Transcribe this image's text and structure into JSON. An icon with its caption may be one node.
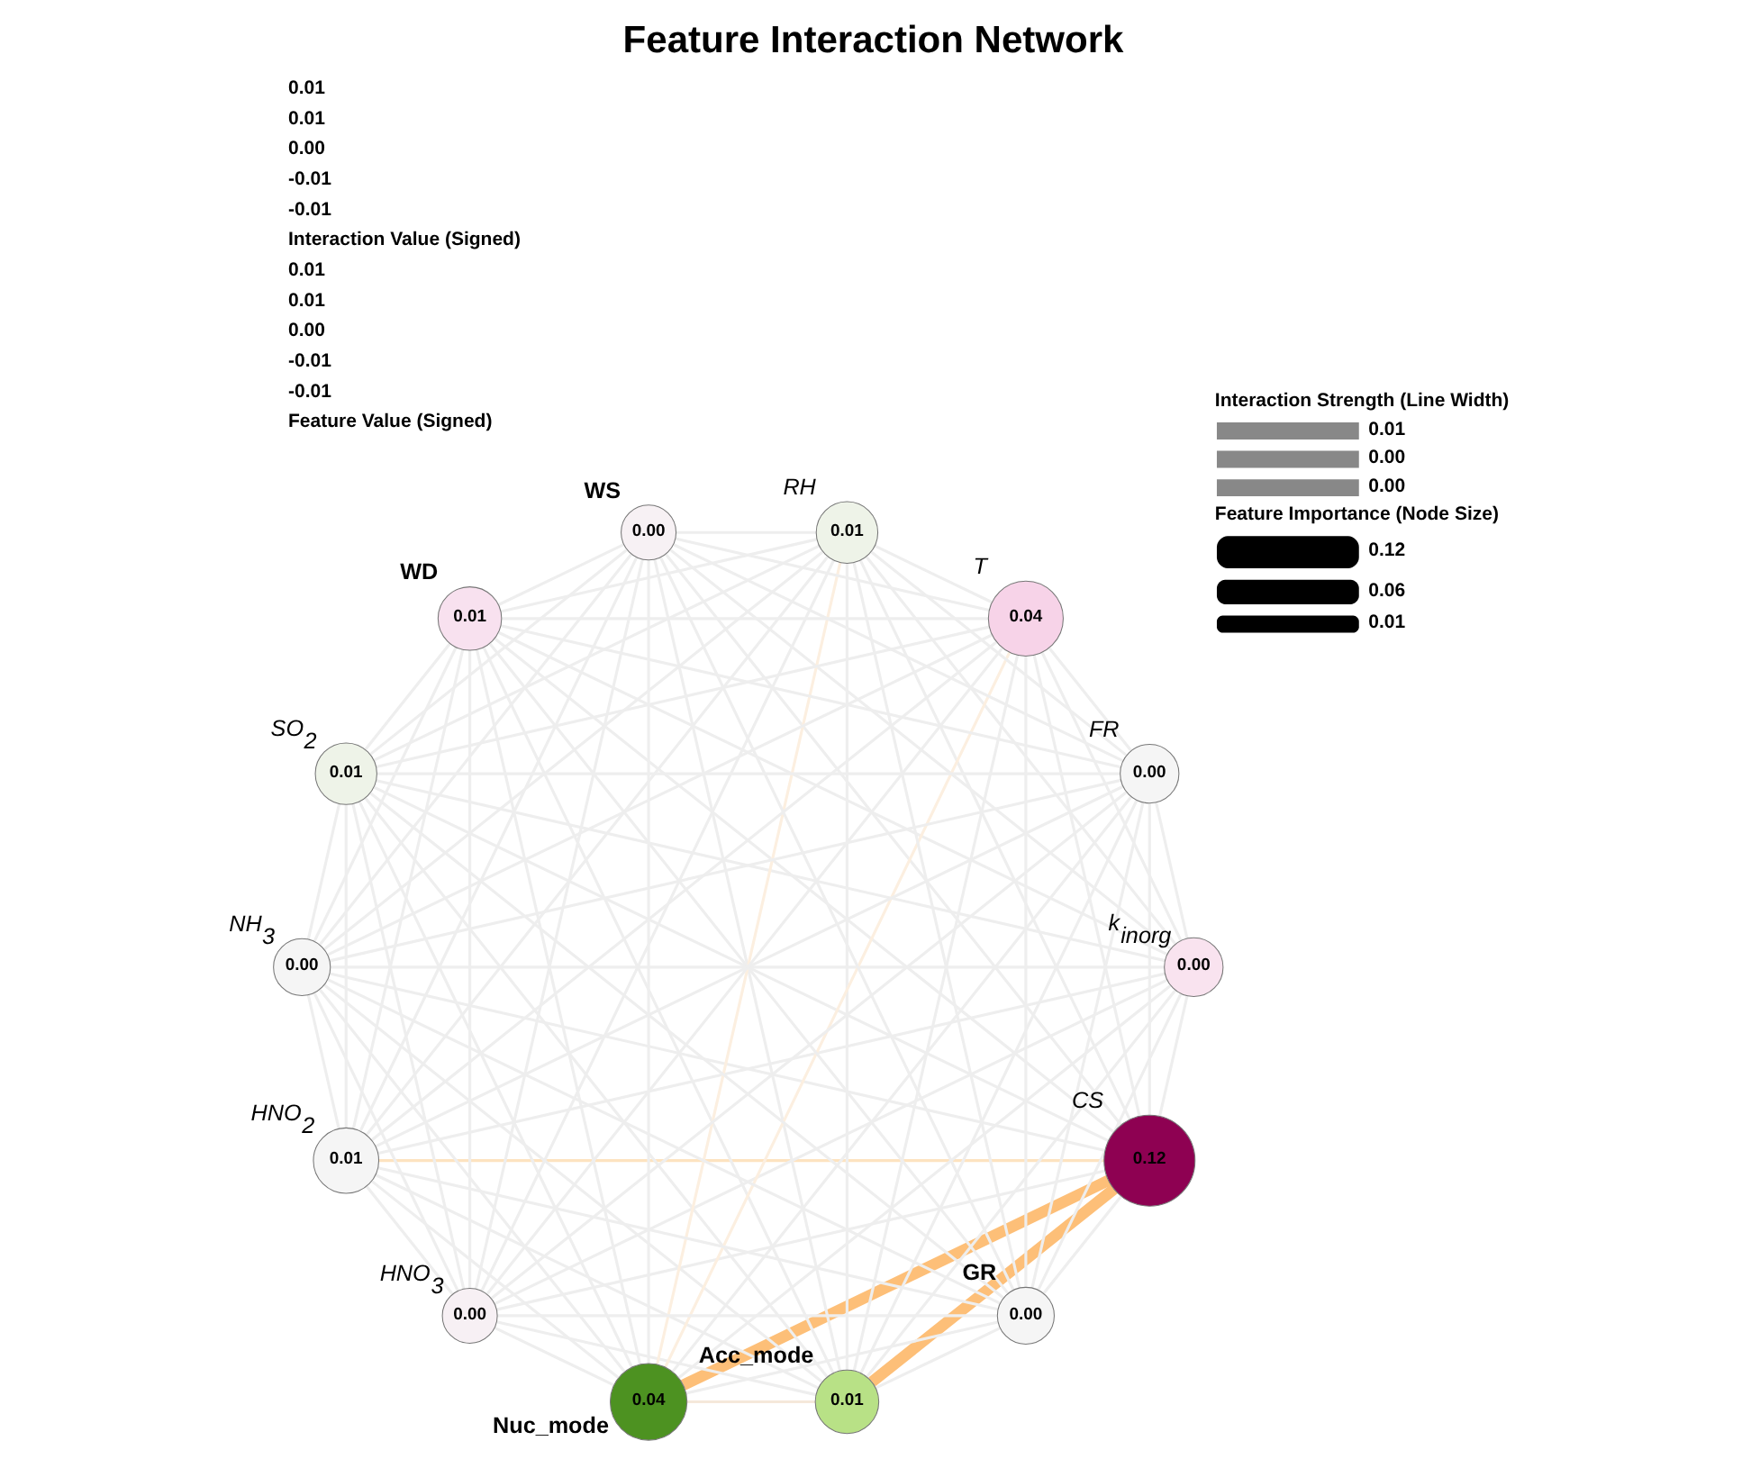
{
  "diagram": {
    "title": "Feature Interaction Network",
    "nodes": [
      {
        "text": [
          "0.12"
        ],
        "beside": [
          "CS"
        ]
      },
      {
        "text": [
          "0.00"
        ],
        "beside": [
          "k$_{inorg}$"
        ]
      },
      {
        "text": [
          "0.01"
        ],
        "beside": [
          "Acc_mode"
        ]
      },
      {
        "text": [
          "0.04"
        ],
        "beside": [
          "Nuc_mode"
        ]
      },
      {
        "text": [
          "0.00"
        ],
        "beside": [
          "HNO$_{3}$"
        ]
      },
      {
        "text": [
          "0.01"
        ],
        "beside": [
          "HNO$_{2}$"
        ]
      },
      {
        "text": [
          "0.00"
        ],
        "beside": [
          "NH$_{3}$"
        ]
      },
      {
        "text": [
          "0.01"
        ],
        "beside": [
          "SO$_{2}$"
        ]
      },
      {
        "text": [
          "0.01"
        ],
        "beside": [
          "WD"
        ]
      },
      {
        "text": [
          "0.00"
        ],
        "beside": [
          "WS"
        ]
      },
      {
        "text": [
          "0.01"
        ],
        "beside": [
          "RH"
        ]
      },
      {
        "text": [
          "0.04"
        ],
        "beside": [
          "T"
        ]
      },
      {
        "text": [
          "0.00"
        ],
        "beside": [
          "FR"
        ]
      },
      {
        "text": [
          "0.00"
        ],
        "beside": [
          "GR"
        ]
      }
    ],
    "edges": [
      {
        "from": 0,
        "to": 1,
        "arrow": "none"
      },
      {
        "from": 0,
        "to": 2,
        "arrow": "none",
        "style": "thick",
        "color": "#fdbf78"
      },
      {
        "from": 0,
        "to": 3,
        "arrow": "none",
        "style": "thick",
        "color": "#fdbf78"
      },
      {
        "from": 0,
        "to": 4,
        "arrow": "none"
      },
      {
        "from": 0,
        "to": 5,
        "arrow": "none",
        "color": "#fde3c0"
      },
      {
        "from": 0,
        "to": 6,
        "arrow": "none"
      },
      {
        "from": 0,
        "to": 7,
        "arrow": "none"
      },
      {
        "from": 0,
        "to": 8,
        "arrow": "none"
      },
      {
        "from": 0,
        "to": 9,
        "arrow": "none"
      },
      {
        "from": 0,
        "to": 10,
        "arrow": "none"
      },
      {
        "from": 0,
        "to": 11,
        "arrow": "none"
      },
      {
        "from": 0,
        "to": 12,
        "arrow": "none"
      },
      {
        "from": 0,
        "to": 13,
        "arrow": "none"
      },
      {
        "from": 1,
        "to": 2,
        "arrow": "none"
      },
      {
        "from": 1,
        "to": 3,
        "arrow": "none"
      },
      {
        "from": 1,
        "to": 4,
        "arrow": "none"
      },
      {
        "from": 1,
        "to": 5,
        "arrow": "none"
      },
      {
        "from": 1,
        "to": 6,
        "arrow": "none"
      },
      {
        "from": 1,
        "to": 7,
        "arrow": "none"
      },
      {
        "from": 1,
        "to": 8,
        "arrow": "none"
      },
      {
        "from": 1,
        "to": 9,
        "arrow": "none"
      },
      {
        "from": 1,
        "to": 10,
        "arrow": "none"
      },
      {
        "from": 1,
        "to": 11,
        "arrow": "none"
      },
      {
        "from": 1,
        "to": 12,
        "arrow": "none"
      },
      {
        "from": 1,
        "to": 13,
        "arrow": "none"
      },
      {
        "from": 2,
        "to": 3,
        "arrow": "none",
        "color": "#f5e8da"
      },
      {
        "from": 2,
        "to": 4,
        "arrow": "none"
      },
      {
        "from": 2,
        "to": 5,
        "arrow": "none"
      },
      {
        "from": 2,
        "to": 6,
        "arrow": "none"
      },
      {
        "from": 2,
        "to": 7,
        "arrow": "none"
      },
      {
        "from": 2,
        "to": 8,
        "arrow": "none"
      },
      {
        "from": 2,
        "to": 9,
        "arrow": "none"
      },
      {
        "from": 2,
        "to": 10,
        "arrow": "none"
      },
      {
        "from": 2,
        "to": 11,
        "arrow": "none"
      },
      {
        "from": 2,
        "to": 12,
        "arrow": "none"
      },
      {
        "from": 2,
        "to": 13,
        "arrow": "none"
      },
      {
        "from": 3,
        "to": 4,
        "arrow": "none"
      },
      {
        "from": 3,
        "to": 5,
        "arrow": "none"
      },
      {
        "from": 3,
        "to": 6,
        "arrow": "none"
      },
      {
        "from": 3,
        "to": 7,
        "arrow": "none"
      },
      {
        "from": 3,
        "to": 8,
        "arrow": "none"
      },
      {
        "from": 3,
        "to": 9,
        "arrow": "none"
      },
      {
        "from": 3,
        "to": 10,
        "arrow": "none",
        "color": "#fcefe0"
      },
      {
        "from": 3,
        "to": 11,
        "arrow": "none",
        "color": "#fcefe0"
      },
      {
        "from": 3,
        "to": 12,
        "arrow": "none"
      },
      {
        "from": 3,
        "to": 13,
        "arrow": "none"
      },
      {
        "from": 4,
        "to": 5,
        "arrow": "none"
      },
      {
        "from": 4,
        "to": 6,
        "arrow": "none"
      },
      {
        "from": 4,
        "to": 7,
        "arrow": "none"
      },
      {
        "from": 4,
        "to": 8,
        "arrow": "none"
      },
      {
        "from": 4,
        "to": 9,
        "arrow": "none"
      },
      {
        "from": 4,
        "to": 10,
        "arrow": "none"
      },
      {
        "from": 4,
        "to": 11,
        "arrow": "none"
      },
      {
        "from": 4,
        "to": 12,
        "arrow": "none"
      },
      {
        "from": 4,
        "to": 13,
        "arrow": "none"
      },
      {
        "from": 5,
        "to": 6,
        "arrow": "none"
      },
      {
        "from": 5,
        "to": 7,
        "arrow": "none"
      },
      {
        "from": 5,
        "to": 8,
        "arrow": "none"
      },
      {
        "from": 5,
        "to": 9,
        "arrow": "none"
      },
      {
        "from": 5,
        "to": 10,
        "arrow": "none"
      },
      {
        "from": 5,
        "to": 11,
        "arrow": "none"
      },
      {
        "from": 5,
        "to": 12,
        "arrow": "none"
      },
      {
        "from": 5,
        "to": 13,
        "arrow": "none"
      },
      {
        "from": 6,
        "to": 7,
        "arrow": "none"
      },
      {
        "from": 6,
        "to": 8,
        "arrow": "none"
      },
      {
        "from": 6,
        "to": 9,
        "arrow": "none"
      },
      {
        "from": 6,
        "to": 10,
        "arrow": "none"
      },
      {
        "from": 6,
        "to": 11,
        "arrow": "none"
      },
      {
        "from": 6,
        "to": 12,
        "arrow": "none"
      },
      {
        "from": 6,
        "to": 13,
        "arrow": "none"
      },
      {
        "from": 7,
        "to": 8,
        "arrow": "none"
      },
      {
        "from": 7,
        "to": 9,
        "arrow": "none"
      },
      {
        "from": 7,
        "to": 10,
        "arrow": "none"
      },
      {
        "from": 7,
        "to": 11,
        "arrow": "none"
      },
      {
        "from": 7,
        "to": 12,
        "arrow": "none"
      },
      {
        "from": 7,
        "to": 13,
        "arrow": "none"
      },
      {
        "from": 8,
        "to": 9,
        "arrow": "none"
      },
      {
        "from": 8,
        "to": 10,
        "arrow": "none"
      },
      {
        "from": 8,
        "to": 11,
        "arrow": "none"
      },
      {
        "from": 8,
        "to": 12,
        "arrow": "none"
      },
      {
        "from": 8,
        "to": 13,
        "arrow": "none"
      },
      {
        "from": 9,
        "to": 10,
        "arrow": "none"
      },
      {
        "from": 9,
        "to": 11,
        "arrow": "none"
      },
      {
        "from": 9,
        "to": 12,
        "arrow": "none"
      },
      {
        "from": 9,
        "to": 13,
        "arrow": "none"
      },
      {
        "from": 10,
        "to": 11,
        "arrow": "none"
      },
      {
        "from": 10,
        "to": 12,
        "arrow": "none"
      },
      {
        "from": 10,
        "to": 13,
        "arrow": "none"
      },
      {
        "from": 11,
        "to": 12,
        "arrow": "none"
      },
      {
        "from": 11,
        "to": 13,
        "arrow": "none"
      },
      {
        "from": 12,
        "to": 13,
        "arrow": "none"
      }
    ],
    "labels": [
      "Interaction Strength (Line Width)",
      "Feature Importance (Node Size)",
      "0.01",
      "0.01",
      "0.00",
      "-0.01",
      "-0.01",
      "Interaction Value (Signed)",
      "0.01",
      "0.01",
      "0.00",
      "-0.01",
      "-0.01",
      "Feature Value (Signed)"
    ],
    "legend": [
      {
        "text": "0.01"
      },
      {
        "text": "0.00"
      },
      {
        "text": "0.00"
      },
      {
        "text": "0.12"
      },
      {
        "text": "0.06"
      },
      {
        "text": "0.01"
      }
    ]
  }
}
